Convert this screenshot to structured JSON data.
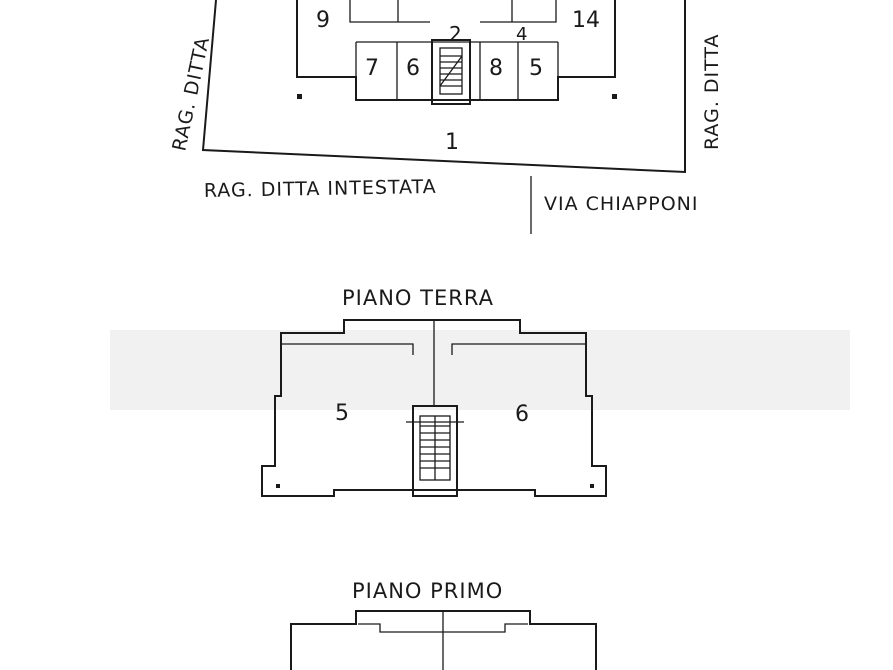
{
  "site_plan": {
    "left_neighbor": "RAG. DITTA",
    "right_neighbor": "RAG. DITTA",
    "bottom_neighbor": "RAG. DITTA INTESTATA",
    "street": "VIA CHIAPPONI",
    "units": {
      "u9": "9",
      "u2": "2",
      "u4": "4",
      "u14": "14",
      "u7": "7",
      "u6": "6",
      "u8": "8",
      "u5": "5",
      "u1": "1"
    }
  },
  "ground_floor": {
    "title": "PIANO TERRA",
    "left_unit": "5",
    "right_unit": "6"
  },
  "first_floor": {
    "title": "PIANO PRIMO"
  },
  "colors": {
    "ink": "#1a1a1a",
    "background": "#ffffff",
    "smudge": "#e6e6e6"
  }
}
